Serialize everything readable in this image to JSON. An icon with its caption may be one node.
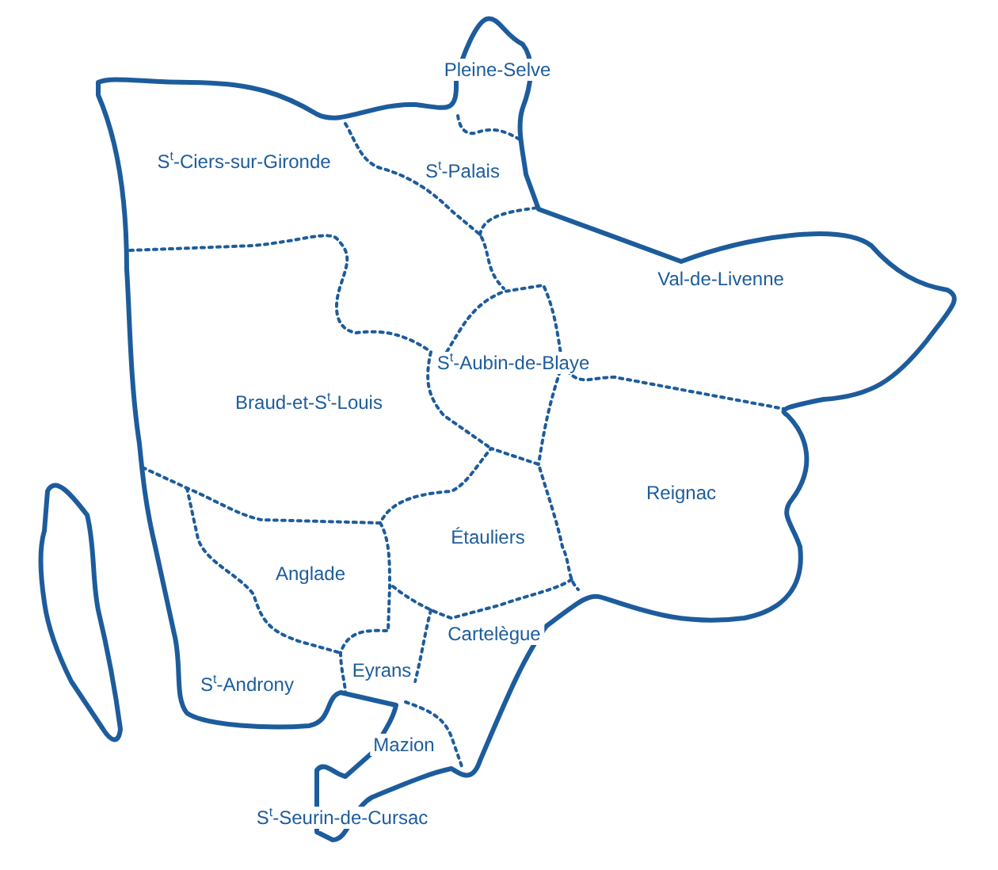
{
  "diagram": {
    "labels": [
      "Pleine-Selve",
      "S$^{t}$-Ciers-sur-Gironde",
      "S$^{t}$-Palais",
      "Val-de-Livenne",
      "S$^{t}$-Aubin-de-Blaye",
      "Braud-et-S$^{t}$-Louis",
      "Reignac",
      "Étauliers",
      "Anglade",
      "Cartelègue",
      "Eyrans",
      "S$^{t}$-Androny",
      "Mazion",
      "S$^{t}$-Seurin-de-Cursac"
    ]
  }
}
